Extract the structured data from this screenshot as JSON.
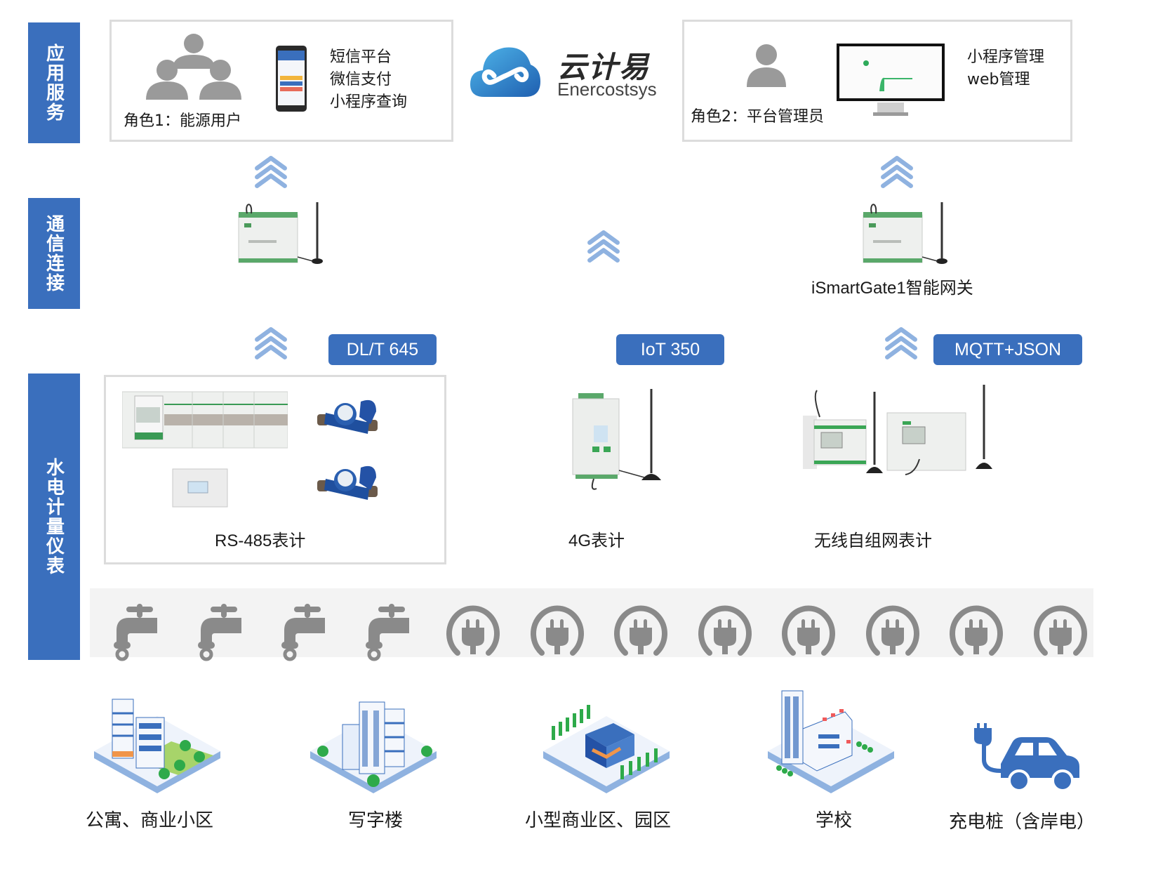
{
  "layers": {
    "application": "应用服务",
    "communication": "通信连接",
    "metering": "水电计量仪表"
  },
  "application": {
    "role1": {
      "label": "角色1：能源用户",
      "services": [
        "短信平台",
        "微信支付",
        "小程序查询"
      ]
    },
    "logo": {
      "name_cn": "云计易",
      "name_en": "Enercostsys"
    },
    "role2": {
      "label": "角色2：平台管理员",
      "services": [
        "小程序管理",
        "web管理"
      ]
    }
  },
  "communication": {
    "gateway_label": "iSmartGate1智能网关"
  },
  "protocols": {
    "left": "DL/T 645",
    "middle": "IoT 350",
    "right": "MQTT+JSON"
  },
  "meters": {
    "rs485": "RS-485表计",
    "cellular": "4G表计",
    "wireless": "无线自组网表计"
  },
  "strip_icons": [
    "faucet-icon",
    "faucet-icon",
    "faucet-icon",
    "faucet-icon",
    "plug-icon",
    "plug-icon",
    "plug-icon",
    "plug-icon",
    "plug-icon",
    "plug-icon",
    "plug-icon",
    "plug-icon"
  ],
  "scenarios": [
    "公寓、商业小区",
    "写字楼",
    "小型商业区、园区",
    "学校",
    "充电桩（含岸电）"
  ],
  "colors": {
    "accent": "#3a6fbd",
    "chevron": "#8fb2e0",
    "icon_gray": "#8a8a8a",
    "panel_border": "#dcdcdc"
  }
}
